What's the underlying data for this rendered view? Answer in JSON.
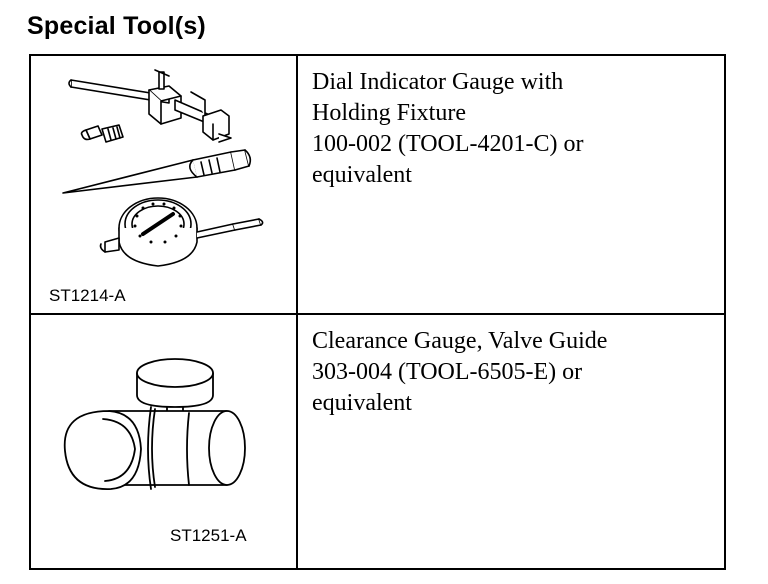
{
  "header": {
    "title": "Special Tool(s)"
  },
  "tools": [
    {
      "figure_code": "ST1214-A",
      "illustration": "dial-indicator-gauge-with-holding-fixture",
      "description_lines": [
        "Dial Indicator Gauge with",
        "Holding Fixture",
        "100-002 (TOOL-4201-C) or",
        "equivalent"
      ]
    },
    {
      "figure_code": "ST1251-A",
      "illustration": "valve-guide-clearance-gauge",
      "description_lines": [
        "Clearance Gauge, Valve Guide",
        "303-004 (TOOL-6505-E) or",
        "equivalent"
      ]
    }
  ]
}
